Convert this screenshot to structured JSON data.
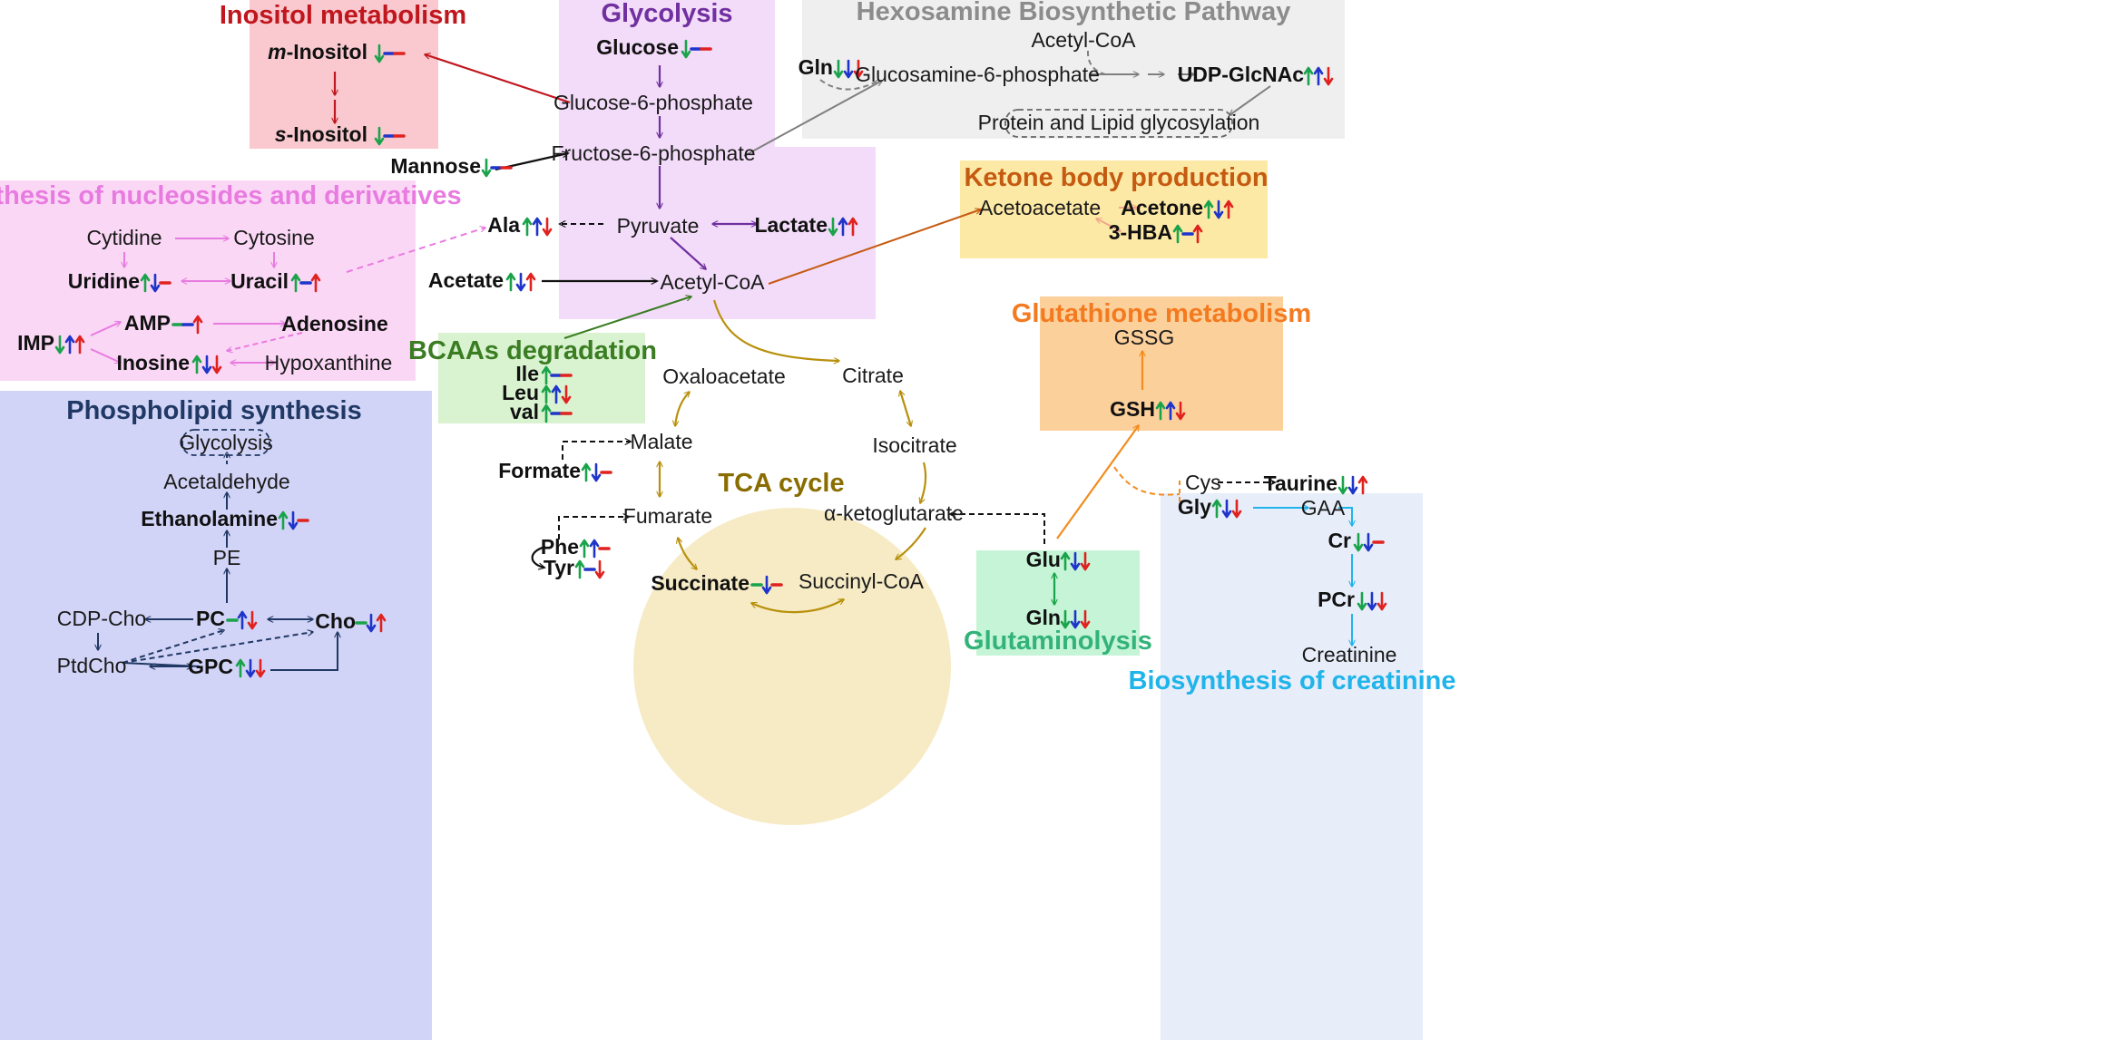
{
  "colors": {
    "up": "#1aa34a",
    "down_blue": "#1f35c9",
    "flat_blue": "#1f35c9",
    "red": "#e0221f",
    "glycolysis": "#7030a0",
    "inositol": "#c0161d",
    "nucleosides": "#e87be0",
    "hexosamine": "#7f7f7f",
    "ketone": "#c55a11",
    "glutathione": "#f47a20",
    "phospholipid": "#203864",
    "bcaa": "#3a7d22",
    "tca": "#8a6d00",
    "glutaminolysis": "#33b37a",
    "creatinine": "#1fb4ea"
  },
  "titles": {
    "inositol": "Inositol metabolism",
    "glycolysis": "Glycolysis",
    "hexosamine": "Hexosamine Biosynthetic Pathway",
    "nucleosides": "Synthesis of nucleosides and derivatives",
    "ketone": "Ketone body production",
    "glutathione": "Glutathione metabolism",
    "bcaa": "BCAAs degradation",
    "phospholipid": "Phospholipid synthesis",
    "tca": "TCA cycle",
    "glutaminolysis": "Glutaminolysis",
    "creatinine": "Biosynthesis of creatinine"
  },
  "labels": {
    "m_inositol": "m-Inositol",
    "m_inositol_prefix": "m",
    "m_inositol_rest": "-Inositol",
    "s_inositol_prefix": "s",
    "s_inositol_rest": "-Inositol",
    "glucose": "Glucose",
    "glucose_6_phosphate": "Glucose-6-phosphate",
    "fructose_6_phosphate": "Fructose-6-phosphate",
    "mannose": "Mannose",
    "pyruvate": "Pyruvate",
    "ala": "Ala",
    "lactate": "Lactate",
    "acetate": "Acetate",
    "acetyl_coa": "Acetyl-CoA",
    "hbp_acetyl_coa": "Acetyl-CoA",
    "gln_hbp": "Gln",
    "glucosamine_6_phosphate": "Glucosamine-6-phosphate",
    "udp_glcnac": "UDP-GlcNAc",
    "protein_lipid_glycosylation": "Protein and Lipid glycosylation",
    "cytidine": "Cytidine",
    "cytosine": "Cytosine",
    "uridine": "Uridine",
    "uracil": "Uracil",
    "imp": "IMP",
    "amp": "AMP",
    "adenosine": "Adenosine",
    "inosine": "Inosine",
    "hypoxanthine": "Hypoxanthine",
    "acetoacetate": "Acetoacetate",
    "acetone": "Acetone",
    "hba": "3-HBA",
    "gssg": "GSSG",
    "gsh": "GSH",
    "ile": "Ile",
    "leu": "Leu",
    "val": "val",
    "glycolysis_node": "Glycolysis",
    "acetaldehyde": "Acetaldehyde",
    "ethanolamine": "Ethanolamine",
    "pe": "PE",
    "cdp_cho": "CDP-Cho",
    "pc": "PC",
    "cho": "Cho",
    "ptdcho": "PtdCho",
    "gpc": "GPC",
    "oxaloacetate": "Oxaloacetate",
    "citrate": "Citrate",
    "isocitrate": "Isocitrate",
    "malate": "Malate",
    "fumarate": "Fumarate",
    "alpha_ketoglutarate": "α-ketoglutarate",
    "succinate": "Succinate",
    "succinyl_coa": "Succinyl-CoA",
    "formate": "Formate",
    "phe": "Phe",
    "tyr": "Tyr",
    "glu": "Glu",
    "gln": "Gln",
    "cys": "Cys",
    "taurine": "Taurine",
    "gly": "Gly",
    "gaa": "GAA",
    "cr": "Cr",
    "pcr": "PCr",
    "creatinine_node": "Creatinine"
  },
  "indicators": {
    "m_inositol": [
      "down-green",
      "flat-blue",
      "flat-red"
    ],
    "s_inositol": [
      "down-green",
      "flat-blue",
      "flat-red"
    ],
    "glucose": [
      "down-green",
      "flat-blue",
      "flat-red"
    ],
    "mannose": [
      "down-green",
      "flat-blue",
      "flat-red"
    ],
    "ala": [
      "up-green",
      "up-blue",
      "down-red"
    ],
    "lactate": [
      "down-green",
      "up-blue",
      "up-red"
    ],
    "acetate": [
      "up-green",
      "down-blue",
      "up-red"
    ],
    "gln_hbp": [
      "down-green",
      "down-blue",
      "down-red"
    ],
    "udp_glcnac": [
      "up-green",
      "up-blue",
      "down-red"
    ],
    "uridine": [
      "up-green",
      "down-blue",
      "flat-red"
    ],
    "uracil": [
      "up-green",
      "flat-blue",
      "up-red"
    ],
    "imp": [
      "down-green",
      "up-blue",
      "up-red"
    ],
    "amp": [
      "flat-green",
      "flat-blue",
      "up-red"
    ],
    "inosine": [
      "up-green",
      "down-blue",
      "down-red"
    ],
    "acetone": [
      "up-green",
      "down-blue",
      "up-red"
    ],
    "hba": [
      "up-green",
      "flat-blue",
      "up-red"
    ],
    "gsh": [
      "up-green",
      "up-blue",
      "down-red"
    ],
    "ile": [
      "up-green",
      "flat-blue",
      "flat-red"
    ],
    "leu": [
      "up-green",
      "up-blue",
      "down-red"
    ],
    "val": [
      "up-green",
      "flat-blue",
      "flat-red"
    ],
    "ethanolamine": [
      "up-green",
      "down-blue",
      "flat-red"
    ],
    "pc": [
      "flat-green",
      "up-blue",
      "down-red"
    ],
    "cho": [
      "flat-green",
      "down-blue",
      "up-red"
    ],
    "gpc": [
      "up-green",
      "down-blue",
      "down-red"
    ],
    "succinate": [
      "flat-green",
      "down-blue",
      "flat-red"
    ],
    "formate": [
      "up-green",
      "down-blue",
      "flat-red"
    ],
    "phe": [
      "up-green",
      "up-blue",
      "flat-red"
    ],
    "tyr": [
      "up-green",
      "flat-blue",
      "down-red"
    ],
    "glu": [
      "up-green",
      "down-blue",
      "down-red"
    ],
    "gln": [
      "down-green",
      "down-blue",
      "down-red"
    ],
    "taurine": [
      "down-green",
      "down-blue",
      "up-red"
    ],
    "gly": [
      "up-green",
      "down-blue",
      "down-red"
    ],
    "cr": [
      "down-green",
      "down-blue",
      "flat-red"
    ],
    "pcr": [
      "down-green",
      "down-blue",
      "down-red"
    ]
  }
}
